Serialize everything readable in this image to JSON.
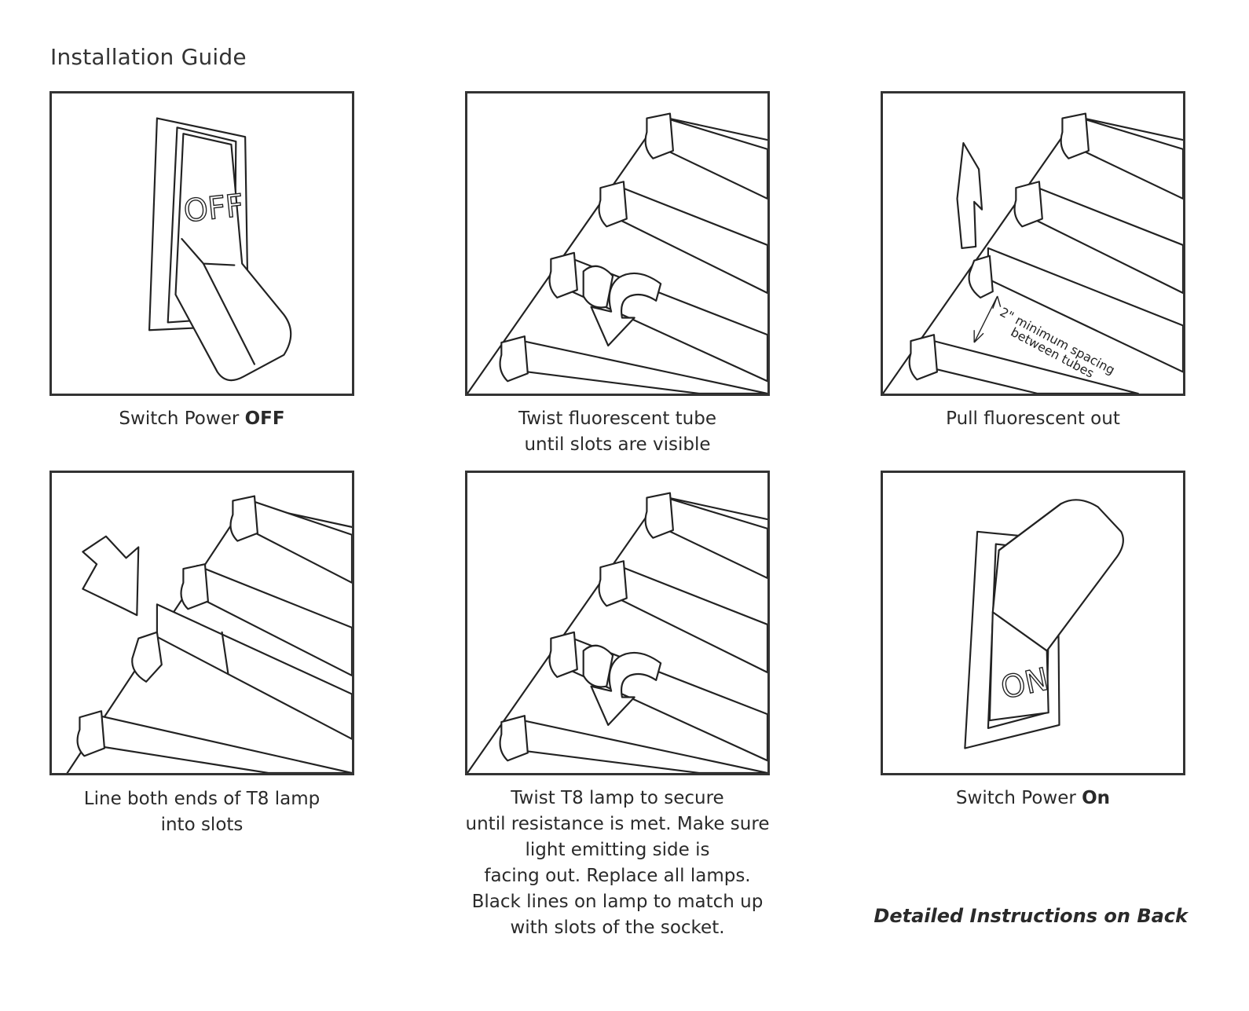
{
  "title": "Installation Guide",
  "steps": [
    {
      "caption_pre": "Switch Power ",
      "caption_bold": "OFF",
      "switch_label": "OFF"
    },
    {
      "caption_line1": "Twist fluorescent tube",
      "caption_line2": "until slots are visible"
    },
    {
      "caption": "Pull fluorescent out",
      "spacing_line1": "2\" minimum spacing",
      "spacing_line2": "between tubes"
    },
    {
      "caption_line1": "Line both ends of T8 lamp",
      "caption_line2": "into slots"
    },
    {
      "caption_lines": [
        "Twist T8 lamp to secure",
        "until resistance is met. Make sure",
        "light emitting side is",
        "facing out. Replace all lamps.",
        "Black lines on lamp to match up",
        "with slots of the socket."
      ]
    },
    {
      "caption_pre": "Switch Power ",
      "caption_bold": "On",
      "switch_label": "ON"
    }
  ],
  "back_note": "Detailed Instructions on Back"
}
